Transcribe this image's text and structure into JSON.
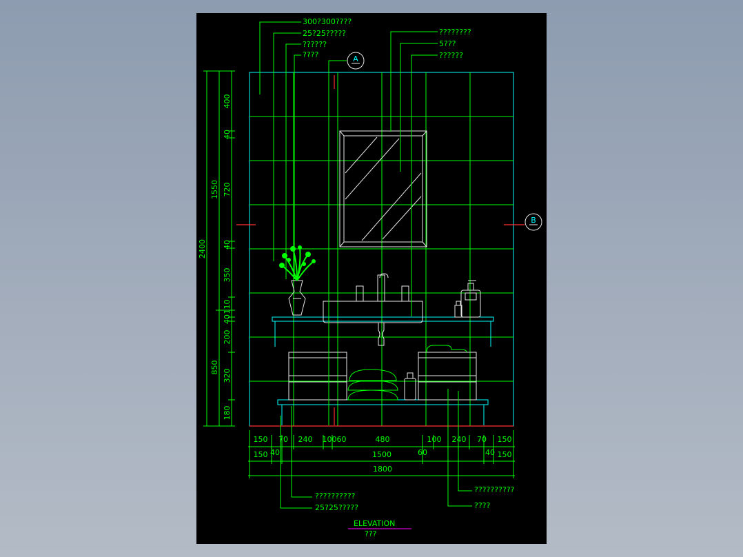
{
  "drawing": {
    "top_labels_left": [
      "300?300????",
      "25?25?????",
      "??????",
      "????"
    ],
    "top_labels_right": [
      "????????",
      "5???",
      "??????"
    ],
    "bottom_labels_left": [
      "??????????",
      "25?25?????"
    ],
    "bottom_labels_right": [
      "??????????",
      "????"
    ],
    "section_marks": {
      "a": "A",
      "b": "B"
    },
    "dims_left_outer": [
      "2400"
    ],
    "dims_left_mid": [
      "1550",
      "850"
    ],
    "dims_left_inner": [
      "400",
      "40",
      "720",
      "40",
      "350",
      "110",
      "40",
      "200",
      "320",
      "180"
    ],
    "dims_bottom_row1": [
      "150",
      "70",
      "240",
      "10060",
      "480",
      "100",
      "240",
      "70",
      "150"
    ],
    "dims_bottom_row2": [
      "150",
      "40",
      "1500",
      "60",
      "40",
      "150"
    ],
    "dims_bottom_row3": [
      "1800"
    ],
    "title": "ELEVATION",
    "subtitle": "???"
  },
  "colors": {
    "background": "#000000",
    "linework": "#00ff00",
    "objects": "#00ffff",
    "centerline": "#ff3030",
    "accent": "#ff00ff"
  }
}
